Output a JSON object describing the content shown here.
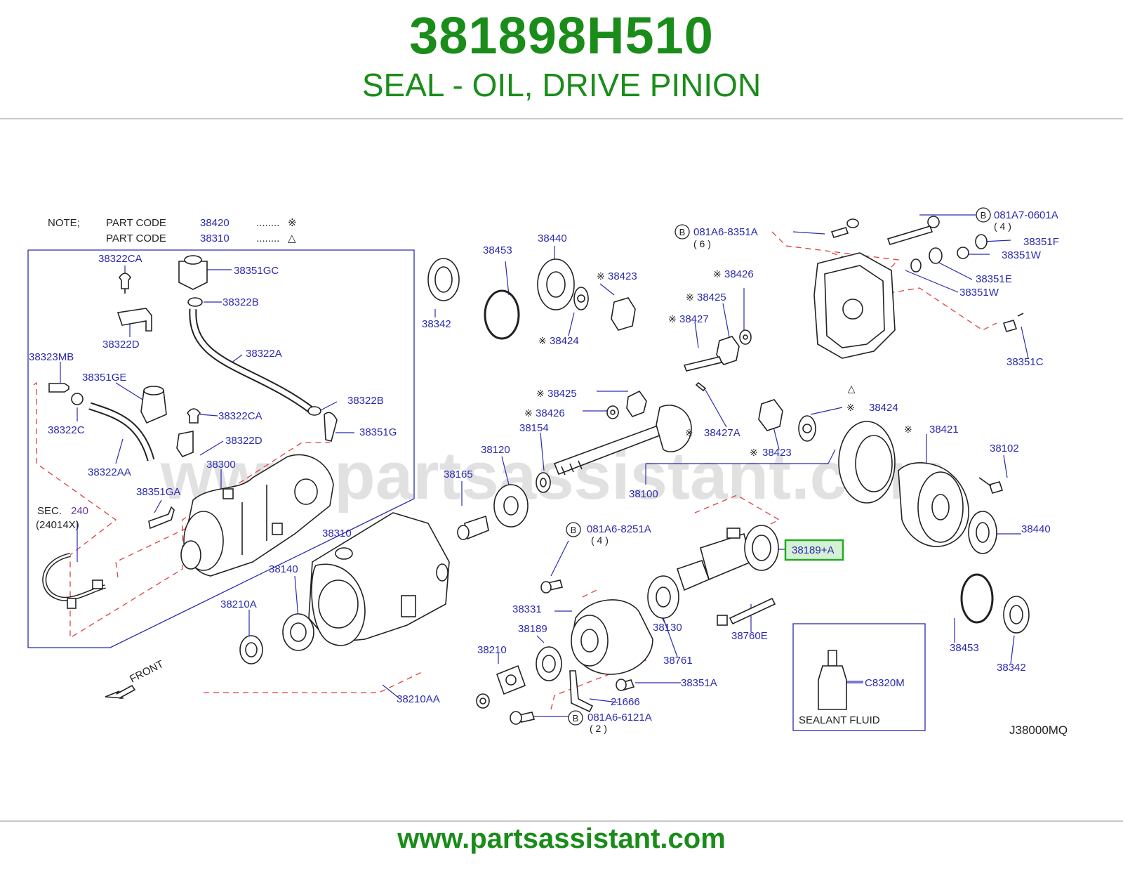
{
  "header": {
    "part_number": "381898H510",
    "description": "SEAL - OIL, DRIVE PINION"
  },
  "footer": {
    "website": "www.partsassistant.com"
  },
  "watermark": "www.partsassistant.com",
  "colors": {
    "brand_green": "#1a8c1a",
    "label_blue": "#2a2ab0",
    "dash_red": "#e04040",
    "highlight": "#22aa22"
  },
  "note": {
    "title": "NOTE;",
    "rows": [
      {
        "label": "PART   CODE",
        "code": "38420",
        "dots": "........",
        "symbol": "※"
      },
      {
        "label": "PART   CODE",
        "code": "38310",
        "dots": "........",
        "symbol": "△"
      }
    ]
  },
  "sec": {
    "prefix": "SEC.",
    "number": "240",
    "ref": "(24014X)"
  },
  "labels": {
    "p38322CA_a": "38322CA",
    "p38351GC": "38351GC",
    "p38322B_a": "38322B",
    "p38322D_a": "38322D",
    "p38323MB": "38323MB",
    "p38322A": "38322A",
    "p38351GE": "38351GE",
    "p38322B_b": "38322B",
    "p38322CA_b": "38322CA",
    "p38322C": "38322C",
    "p38351G": "38351G",
    "p38322D_b": "38322D",
    "p38322AA": "38322AA",
    "p38300": "38300",
    "p38351GA": "38351GA",
    "p38453_a": "38453",
    "p38440_a": "38440",
    "p38342_a": "38342",
    "p38423_a": "38423",
    "p38424_a": "38424",
    "p081A6_8351A": "081A6-8351A",
    "q6": "( 6 )",
    "p081A7_0601A": "081A7-0601A",
    "q4_a": "( 4 )",
    "p38351F": "38351F",
    "p38351W_a": "38351W",
    "p38351E": "38351E",
    "p38351W_b": "38351W",
    "p38351C": "38351C",
    "p38426_a": "38426",
    "p38425_a": "38425",
    "p38427": "38427",
    "p38425_b": "38425",
    "p38426_b": "38426",
    "p38154": "38154",
    "p38427A": "38427A",
    "p38424_b": "38424",
    "p38421": "38421",
    "p38120": "38120",
    "p38423_b": "38423",
    "p38102": "38102",
    "p38165": "38165",
    "p38100": "38100",
    "p38440_b": "38440",
    "p38310": "38310",
    "p081A6_8251A": "081A6-8251A",
    "q4_b": "( 4 )",
    "p38189A": "38189+A",
    "p38140": "38140",
    "p38331": "38331",
    "p38210A": "38210A",
    "p38189": "38189",
    "p38130": "38130",
    "p38760E": "38760E",
    "p38453_b": "38453",
    "p38210": "38210",
    "p38761": "38761",
    "p38342_b": "38342",
    "p38351A": "38351A",
    "pC8320M": "C8320M",
    "p21666": "21666",
    "p38210AA": "38210AA",
    "p081A6_6121A": "081A6-6121A",
    "q2": "( 2 )",
    "sealant": "SEALANT   FLUID",
    "front": "FRONT",
    "diagram_code": "J38000MQ",
    "b1": "B",
    "b2": "B",
    "b3": "B",
    "b4": "B",
    "star": "※",
    "triangle": "△"
  }
}
